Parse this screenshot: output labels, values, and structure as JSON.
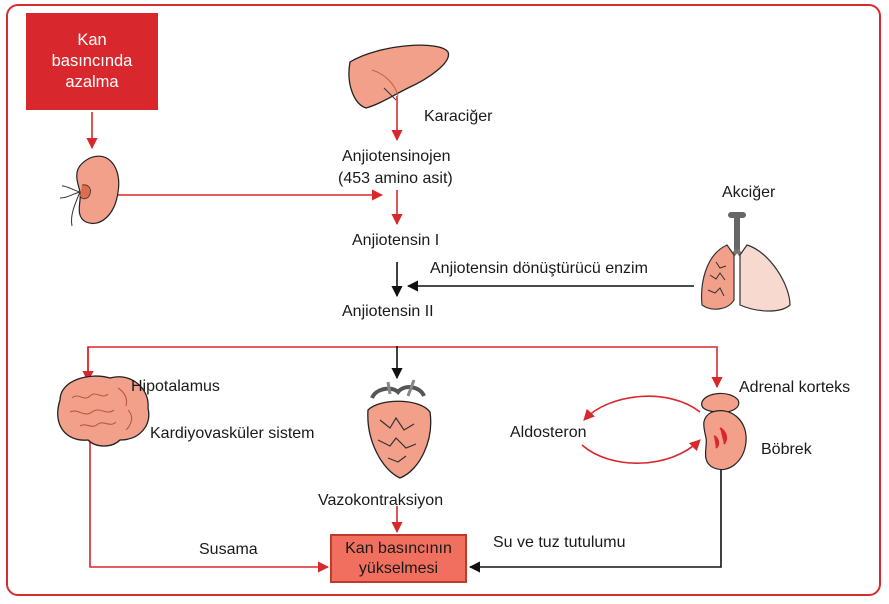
{
  "start_box": {
    "line1": "Kan",
    "line2": "basıncında",
    "line3": "azalma"
  },
  "labels": {
    "karaciger": "Karaciğer",
    "anjiotensinojen": "Anjiotensinojen",
    "amino_asit": "(453 amino asit)",
    "anjiotensin_1": "Anjiotensin I",
    "akciger": "Akciğer",
    "donusturucu_enzim": "Anjiotensin dönüştürücü enzim",
    "anjiotensin_2": "Anjiotensin II",
    "hipotalamus": "Hipotalamus",
    "kardiyovaskuler": "Kardiyovasküler sistem",
    "adrenal_korteks": "Adrenal korteks",
    "aldosteron": "Aldosteron",
    "bobrek": "Böbrek",
    "vazokonstriksiyon": "Vazokontraksiyon",
    "susama": "Susama",
    "su_tuz": "Su ve tuz tutulumu"
  },
  "end_box": {
    "line1": "Kan basıncının",
    "line2": "yükselmesi"
  },
  "colors": {
    "accent_red": "#d9282d",
    "organ_pink": "#f2a08a",
    "end_box_fill": "#f06f5e"
  },
  "icons": [
    "kidney-icon",
    "liver-icon",
    "lung-icon",
    "brain-icon",
    "heart-icon",
    "adrenal-kidney-icon"
  ]
}
